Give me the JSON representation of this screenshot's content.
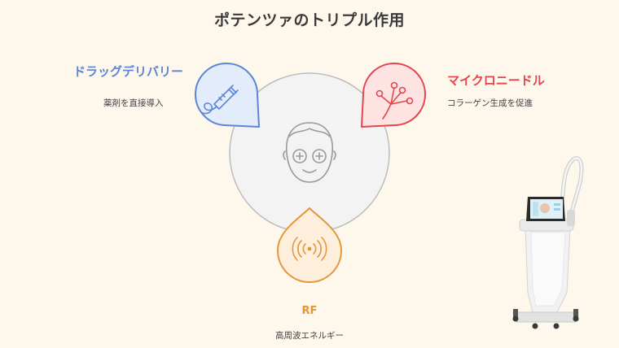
{
  "title": "ポテンツァのトリプル作用",
  "nodes": {
    "drug": {
      "label": "ドラッグデリバリー",
      "desc": "薬剤を直接導入",
      "color": "#5b86d8",
      "fill": "#e3ecfb",
      "icon": "syringe-icon"
    },
    "micro": {
      "label": "マイクロニードル",
      "desc": "コラーゲン生成を促進",
      "color": "#e2464f",
      "fill": "#fde4e2",
      "icon": "microneedle-icon"
    },
    "rf": {
      "label": "RF",
      "desc": "高周波エネルギー",
      "color": "#e59638",
      "fill": "#fdefdc",
      "icon": "radio-wave-icon"
    }
  },
  "center": {
    "icon": "face-icon",
    "color": "#9a9a9a"
  },
  "device": {
    "icon": "potenza-device-icon"
  }
}
